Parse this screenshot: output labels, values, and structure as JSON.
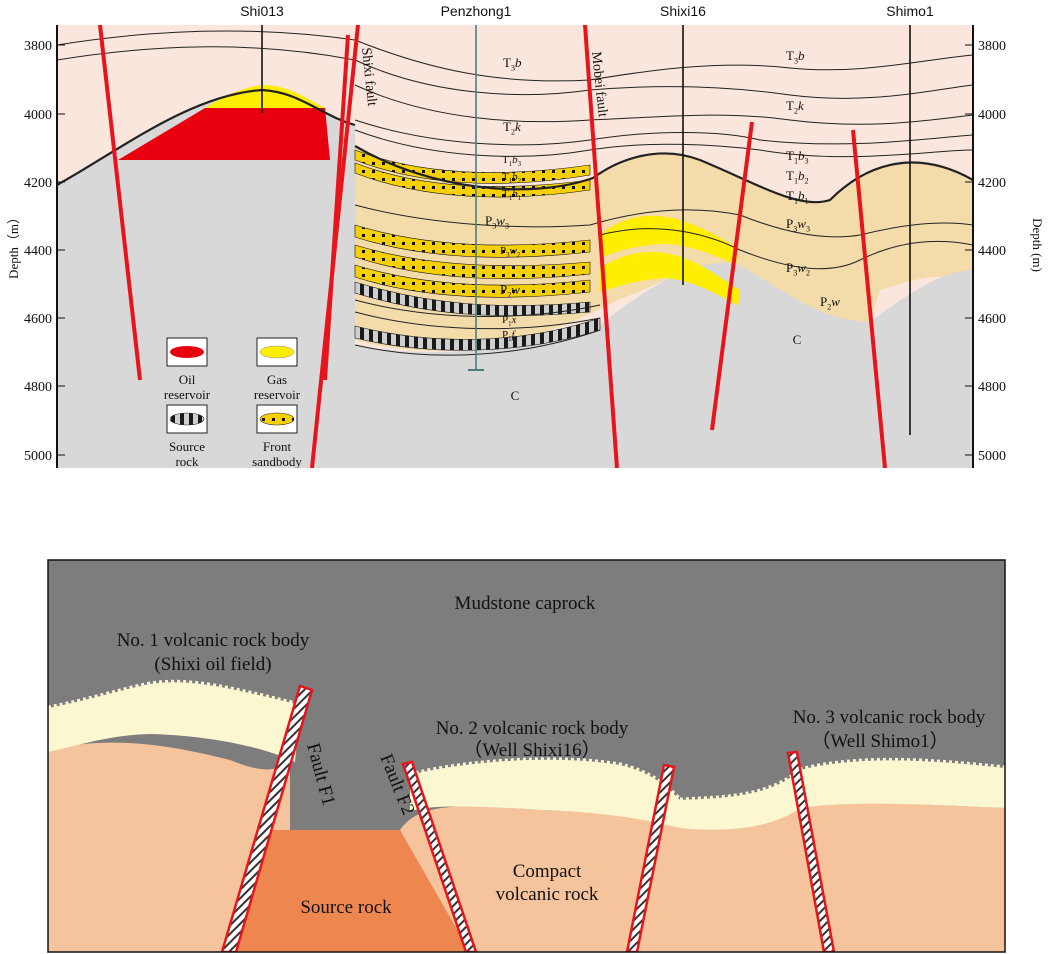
{
  "top": {
    "wells": [
      {
        "id": "shi013",
        "name": "Shi013"
      },
      {
        "id": "penzhong1",
        "name": "Penzhong1"
      },
      {
        "id": "shixi16",
        "name": "Shixi16"
      },
      {
        "id": "shimo1",
        "name": "Shimo1"
      }
    ],
    "depth_axis": {
      "label_left": "Depth（m）",
      "label_right": "Depth (m)",
      "ticks": [
        "3800",
        "4000",
        "4200",
        "4400",
        "4600",
        "4800",
        "5000"
      ]
    },
    "faults": {
      "shixi": "Shixi fault",
      "mobei": "Mobei fault"
    },
    "strata": {
      "c": "C",
      "t3b": {
        "base": "T",
        "sub": "3",
        "it": "b"
      },
      "t2k": {
        "base": "T",
        "sub": "2",
        "it": "k"
      },
      "t1b3": {
        "base": "T",
        "sub": "1",
        "it": "b",
        "sub2": "3"
      },
      "t1b2": {
        "base": "T",
        "sub": "1",
        "it": "b",
        "sub2": "2"
      },
      "t1b1": {
        "base": "T",
        "sub": "1",
        "it": "b",
        "sub2": "1"
      },
      "p3w3": {
        "base": "P",
        "sub": "3",
        "it": "w",
        "sub2": "3"
      },
      "p3w2": {
        "base": "P",
        "sub": "3",
        "it": "w",
        "sub2": "2"
      },
      "p2w": {
        "base": "P",
        "sub": "2",
        "it": "w"
      },
      "p1x": {
        "base": "P",
        "sub": "1",
        "it": "x"
      },
      "p1f": {
        "base": "P",
        "sub": "1",
        "it": "f"
      }
    },
    "legend": {
      "oil": [
        "Oil",
        "reservoir"
      ],
      "gas": [
        "Gas",
        "reservoir"
      ],
      "source": [
        "Source",
        "rock"
      ],
      "sand": [
        "Front",
        "sandbody"
      ]
    },
    "colors": {
      "triassic": "#fbe6dd",
      "permian": "#f3dcaa",
      "carboniferous": "#d8d8d8",
      "oil": "#e8000f",
      "gas": "#ffee00",
      "fault": "#e8141c"
    }
  },
  "bottom": {
    "caprock": "Mudstone caprock",
    "body1": [
      "No. 1 volcanic rock body",
      "(Shixi oil field)"
    ],
    "body2": [
      "No. 2 volcanic rock body",
      "（Well Shixi16）"
    ],
    "body3": [
      "No. 3 volcanic rock body",
      "（Well Shimo1）"
    ],
    "fault1": "Fault F1",
    "fault2": "Fault F2",
    "source": "Source rock",
    "compact": [
      "Compact",
      "volcanic rock"
    ],
    "colors": {
      "caprock": "#7d7d7d",
      "weathered": "#fbf7d0",
      "volcanic": "#f6c49c",
      "source": "#ee8650"
    }
  }
}
